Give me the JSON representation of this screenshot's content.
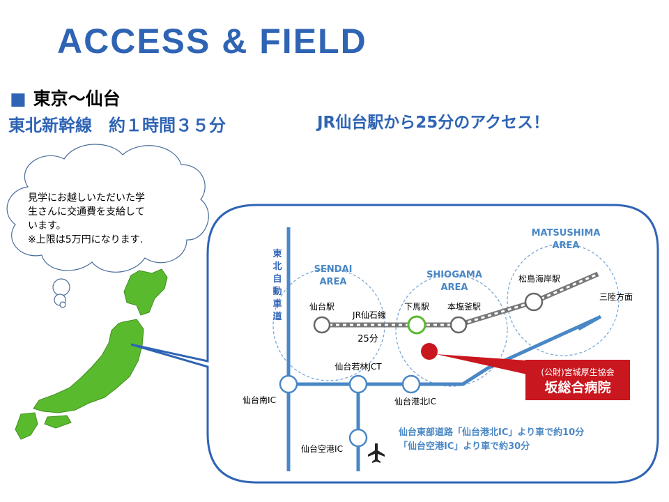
{
  "title": "ACCESS & FIELD",
  "route": {
    "square": "■",
    "text": "東京～仙台"
  },
  "shinkansen": "東北新幹線　約１時間３５分",
  "access_text": "JR仙台駅から25分のアクセス！",
  "bubble_lines": [
    "見学にお越しいただいた学",
    "生さんに交通費を支給して",
    "います。",
    "※上限は5万円になります."
  ],
  "map": {
    "expressway": "東北自動車道",
    "areas": {
      "sendai": [
        "SENDAI",
        "AREA"
      ],
      "shiogama": [
        "SHIOGAMA",
        "AREA"
      ],
      "matsushima": [
        "MATSUSHIMA",
        "AREA"
      ]
    },
    "stations": {
      "sendai": "仙台駅",
      "shimouma": "下馬駅",
      "honshiogama": "本塩釜駅",
      "matsushima": "松島海岸駅",
      "sanriku": "三陸方面"
    },
    "line_name": "JR仙石線",
    "line_time": "25分",
    "interchanges": {
      "wakabayashi": "仙台若林JCT",
      "sendai_minami": "仙台南IC",
      "sendai_kou_kita": "仙台港北IC",
      "sendai_kuukou": "仙台空港IC"
    },
    "hospital": {
      "org": "(公財)宮城厚生協会",
      "name": "坂総合病院"
    },
    "notes": [
      "仙台東部道路「仙台港北IC」より車で約10分",
      "「仙台空港IC」より車で約30分"
    ]
  },
  "colors": {
    "brand_blue": "#2f64b4",
    "map_blue": "#4a87c5",
    "japan_green": "#5aba2e",
    "hospital_red": "#c8171e"
  }
}
